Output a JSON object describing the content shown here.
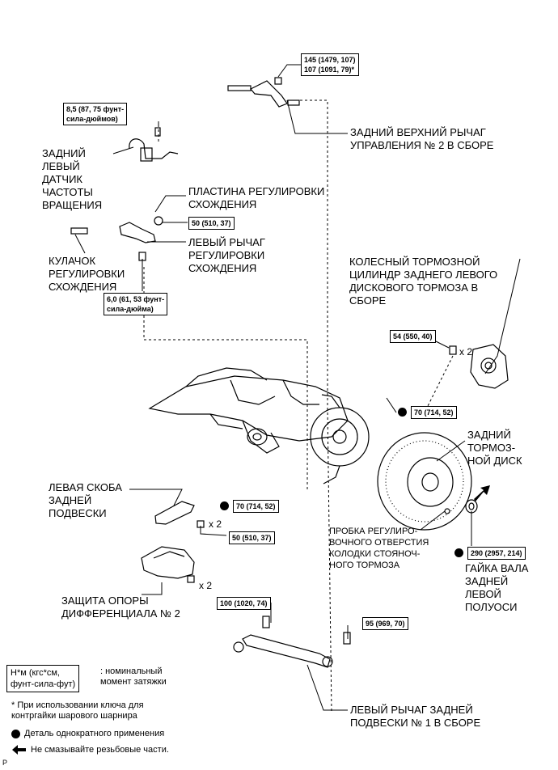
{
  "labels": {
    "upper_arm": "ЗАДНИЙ ВЕРХНИЙ РЫЧАГ\nУПРАВЛЕНИЯ № 2 В СБОРЕ",
    "speed_sensor": "ЗАДНИЙ\nЛЕВЫЙ\nДАТЧИК\nЧАСТОТЫ\nВРАЩЕНИЯ",
    "toe_plate": "ПЛАСТИНА РЕГУЛИРОВКИ\nСХОЖДЕНИЯ",
    "toe_arm": "ЛЕВЫЙ РЫЧАГ\nРЕГУЛИРОВКИ\nСХОЖДЕНИЯ",
    "toe_cam": "КУЛАЧОК\nРЕГУЛИРОВКИ\nСХОЖДЕНИЯ",
    "caliper": "КОЛЕСНЫЙ ТОРМОЗНОЙ\nЦИЛИНДР ЗАДНЕГО ЛЕВОГО\nДИСКОВОГО ТОРМОЗА В\nСБОРЕ",
    "disc": "ЗАДНИЙ\nТОРМОЗ-\nНОЙ ДИСК",
    "bracket": "ЛЕВАЯ СКОБА\nЗАДНЕЙ\nПОДВЕСКИ",
    "plug": "ПРОБКА РЕГУЛИРО-\nВОЧНОГО ОТВЕРСТИЯ\nКОЛОДКИ СТОЯНОЧ-\nНОГО ТОРМОЗА",
    "nut": "ГАЙКА ВАЛА\nЗАДНЕЙ\nЛЕВОЙ\nПОЛУОСИ",
    "diff_guard": "ЗАЩИТА ОПОРЫ\nДИФФЕРЕНЦИАЛА № 2",
    "lower_arm": "ЛЕВЫЙ РЫЧАГ ЗАДНЕЙ\nПОДВЕСКИ № 1 В СБОРЕ"
  },
  "torques": {
    "upper_arm": "145 (1479, 107)\n107 (1091, 79)*",
    "sensor": "8,5 (87, 75 фунт-\nсила-дюймов)",
    "toe_plate": "50 (510, 37)",
    "toe_cam": "6,0 (61, 53 фунт-\nсила-дюйма)",
    "caliper": "54 (550, 40)",
    "knuckle_upper": "70 (714, 52)",
    "knuckle_lower": "70 (714, 52)",
    "bracket": "50 (510, 37)",
    "nut": "290 (2957, 214)",
    "guard": "100 (1020, 74)",
    "lower_arm": "95 (969, 70)"
  },
  "multipliers": {
    "caliper": "x 2",
    "bracket": "x 2",
    "guard": "x 2"
  },
  "legend": {
    "unit_box": "Н*м (кгс*см,\nфунт-сила-фут)",
    "unit_desc": ": номинальный\nмомент затяжки",
    "note_star": "* При использовании ключа для\nконтргайки шарового шарнира",
    "note_dot": "Деталь однократного применения",
    "note_arrow": "Не смазывайте резьбовые части."
  },
  "page_mark": "P"
}
